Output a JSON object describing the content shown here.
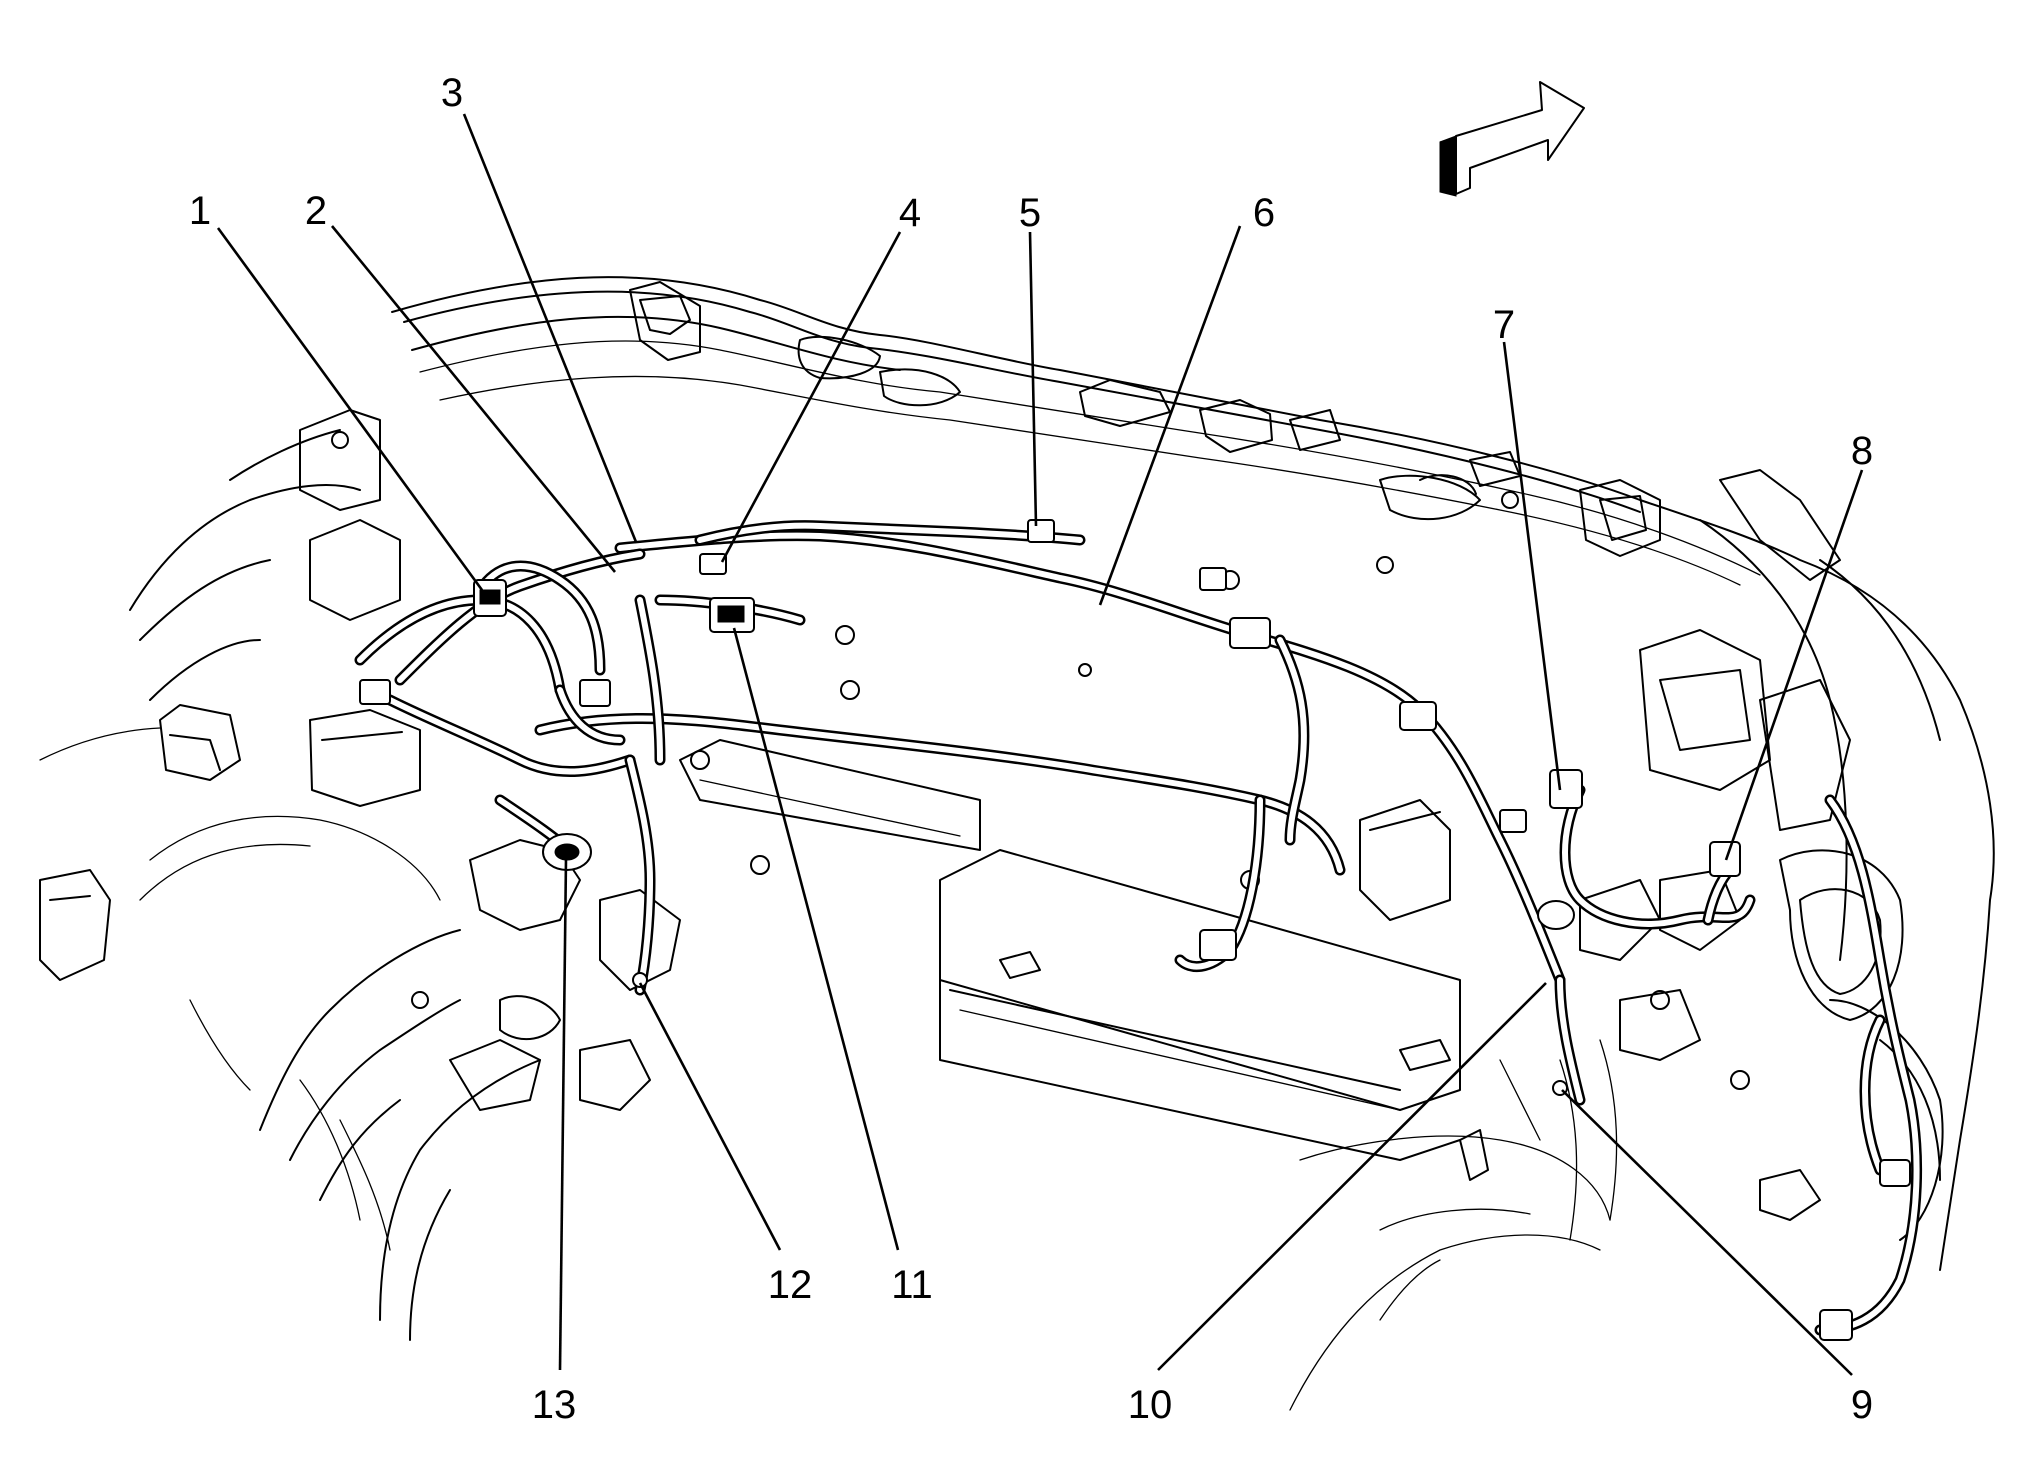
{
  "callouts": [
    {
      "id": "1",
      "label": "1"
    },
    {
      "id": "2",
      "label": "2"
    },
    {
      "id": "3",
      "label": "3"
    },
    {
      "id": "4",
      "label": "4"
    },
    {
      "id": "5",
      "label": "5"
    },
    {
      "id": "6",
      "label": "6"
    },
    {
      "id": "7",
      "label": "7"
    },
    {
      "id": "8",
      "label": "8"
    },
    {
      "id": "9",
      "label": "9"
    },
    {
      "id": "10",
      "label": "10"
    },
    {
      "id": "11",
      "label": "11"
    },
    {
      "id": "12",
      "label": "12"
    },
    {
      "id": "13",
      "label": "13"
    }
  ],
  "icons": {
    "orientation_arrow": "forward-arrow-icon"
  },
  "colors": {
    "line": "#000000",
    "background": "#ffffff"
  }
}
